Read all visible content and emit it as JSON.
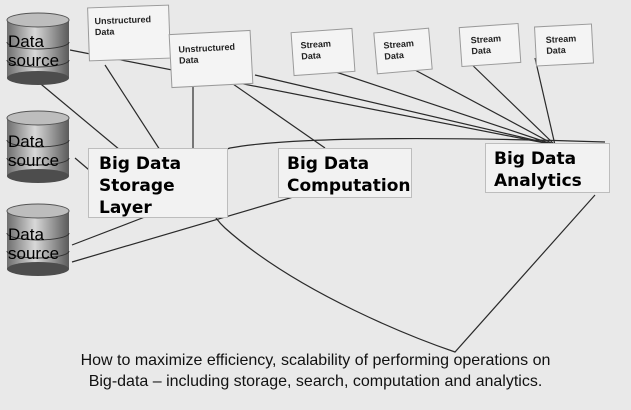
{
  "data_sources": [
    {
      "label": "Data\nsource"
    },
    {
      "label": "Data\nsource"
    },
    {
      "label": "Data\nsource"
    }
  ],
  "notes": {
    "unstructured_1": "Unstructured\nData",
    "unstructured_2": "Unstructured\nData",
    "stream_1": "Stream\nData",
    "stream_2": "Stream\nData",
    "stream_3": "Stream\nData",
    "stream_4": "Stream\nData"
  },
  "boxes": {
    "storage": "Big Data\nStorage\nLayer",
    "computation": "Big Data\nComputation",
    "analytics": "Big Data\nAnalytics"
  },
  "caption": "How to maximize efficiency, scalability of performing operations on\nBig-data – including storage, search, computation and analytics."
}
